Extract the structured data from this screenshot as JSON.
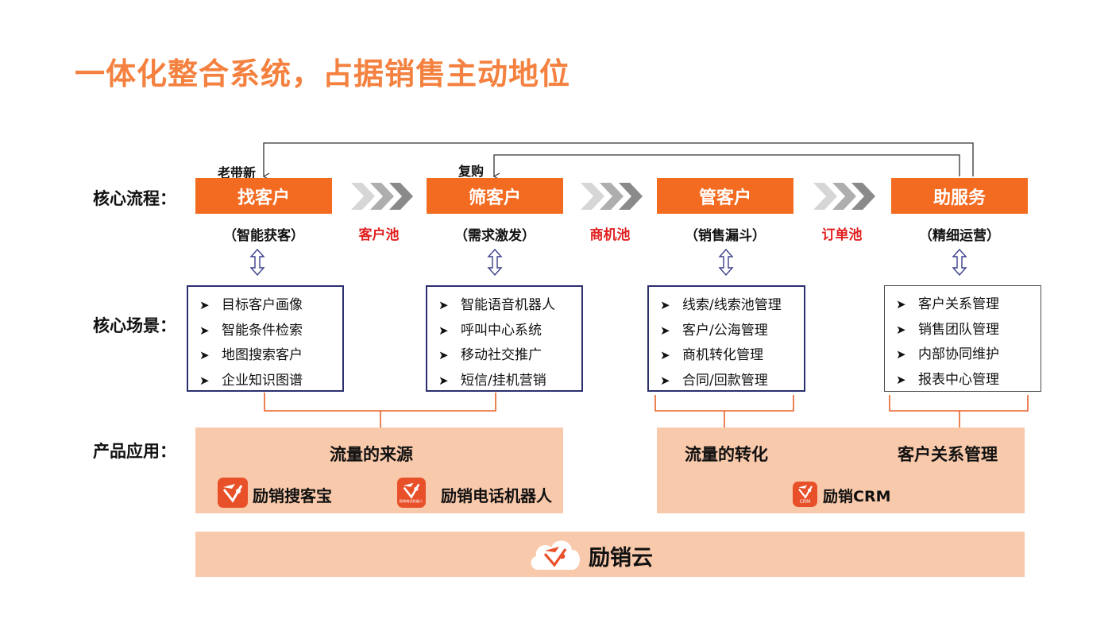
{
  "title": "一体化整合系统，占据销售主动地位",
  "row_labels": {
    "process": "核心流程：",
    "scenes": "核心场景：",
    "products": "产品应用："
  },
  "loop_labels": {
    "referral": "老带新",
    "repurchase": "复购"
  },
  "steps": [
    {
      "name": "找客户",
      "subtitle": "（智能获客）"
    },
    {
      "name": "筛客户",
      "subtitle": "（需求激发）"
    },
    {
      "name": "管客户",
      "subtitle": "（销售漏斗）"
    },
    {
      "name": "助服务",
      "subtitle": "（精细运营）"
    }
  ],
  "pools": [
    "客户池",
    "商机池",
    "订单池"
  ],
  "scenes": [
    [
      "目标客户画像",
      "智能条件检索",
      "地图搜索客户",
      "企业知识图谱"
    ],
    [
      "智能语音机器人",
      "呼叫中心系统",
      "移动社交推广",
      "短信/挂机营销"
    ],
    [
      "线索/线索池管理",
      "客户/公海管理",
      "商机转化管理",
      "合同/回款管理"
    ],
    [
      "客户关系管理",
      "销售团队管理",
      "内部协同维护",
      "报表中心管理"
    ]
  ],
  "bullet": "➤",
  "products": {
    "left_heading": "流量的来源",
    "left_items": [
      "励销搜客宝",
      "励销电话机器人"
    ],
    "right_heading_1": "流量的转化",
    "right_heading_2": "客户关系管理",
    "right_item": "励销CRM"
  },
  "platform": "励销云",
  "logo_caption_robot": "励销电话机器人",
  "logo_caption_crm": "CRM",
  "colors": {
    "title": "#f4813f",
    "step_box": "#f26b21",
    "pool_text": "#e02020",
    "panel": "#f9c9ab",
    "scene_border": "#2b2f6e",
    "bracket": "#e8622a"
  },
  "icons": [
    "chevron-arrows-icon",
    "double-arrow-icon",
    "brand-logo-icon",
    "cloud-logo-icon"
  ]
}
